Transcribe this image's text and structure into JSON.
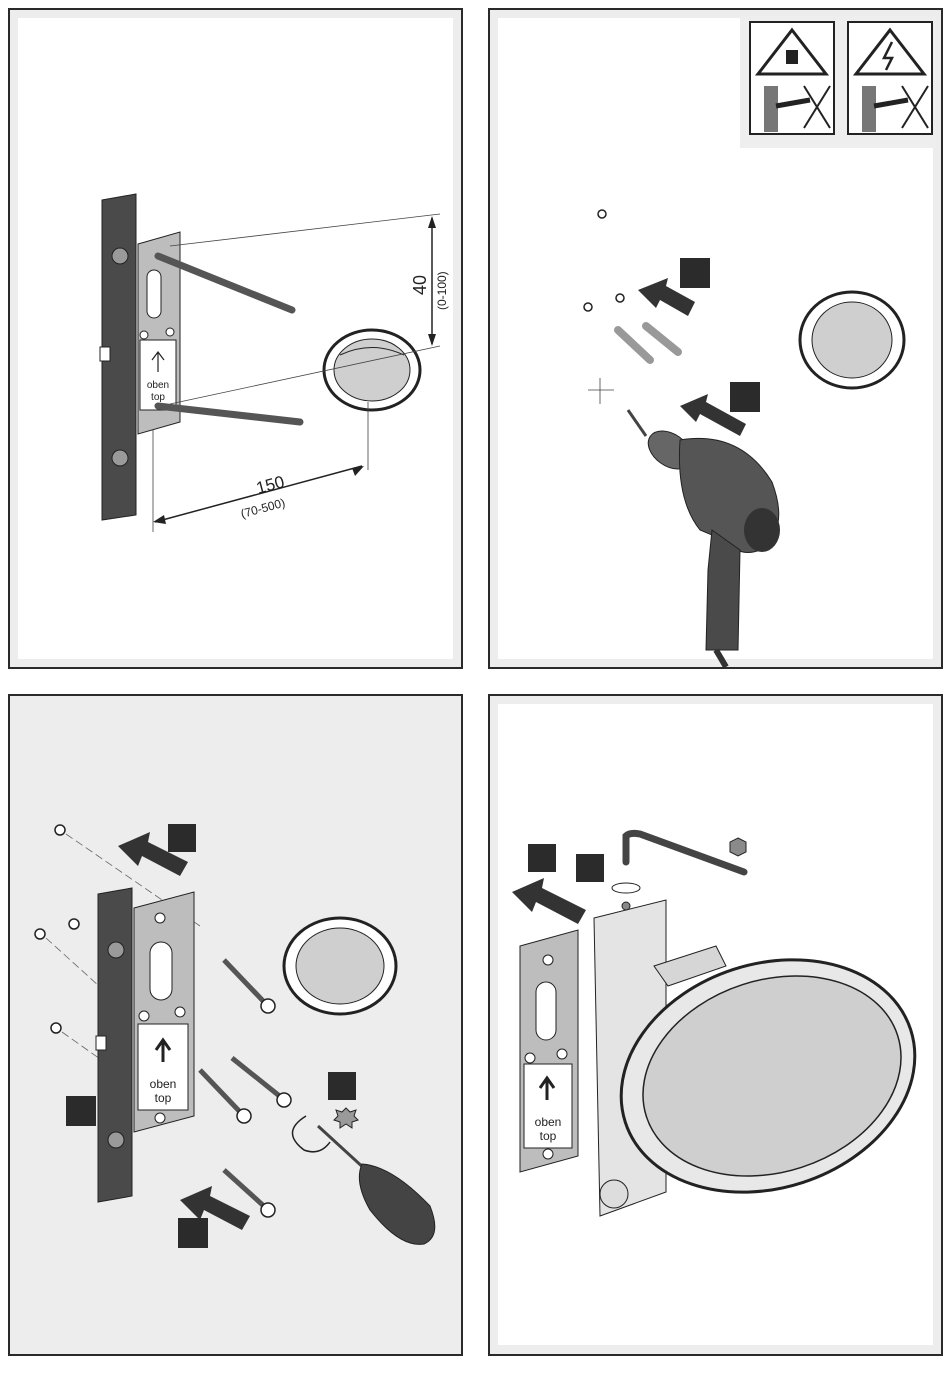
{
  "panels": [
    {
      "id": "step-1",
      "dim_vertical_value": "40",
      "dim_vertical_range": "(0-100)",
      "dim_horizontal_value": "150",
      "dim_horizontal_range": "(70-500)",
      "plate_label_1": "oben",
      "plate_label_2": "top"
    },
    {
      "id": "step-2",
      "warning_icons": [
        "water-pipe-warning-icon",
        "electric-cable-warning-icon"
      ]
    },
    {
      "id": "step-3",
      "plate_label_1": "oben",
      "plate_label_2": "top"
    },
    {
      "id": "step-4",
      "plate_label_1": "oben",
      "plate_label_2": "top"
    }
  ],
  "colors": {
    "panel_bg": "#ededed",
    "border": "#2a2a2a",
    "dark_part": "#4a4a4a",
    "metal": "#bdbdbd",
    "marker": "#2b2b2b"
  }
}
